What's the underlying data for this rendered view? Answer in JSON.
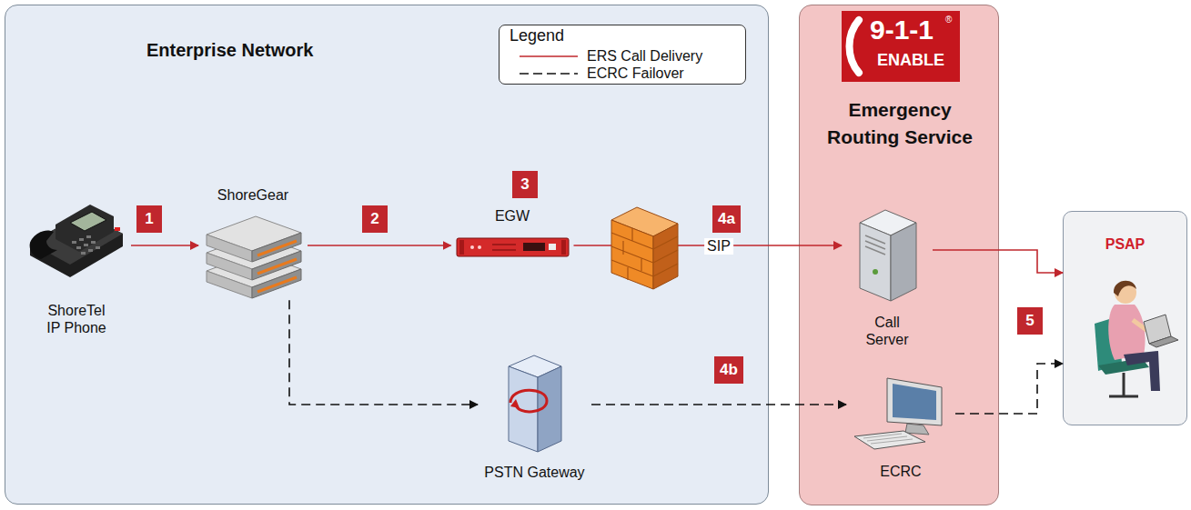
{
  "diagram": {
    "nodes": [
      {
        "text": [
          "Enterprise Network"
        ]
      },
      {
        "text": [
          "ShoreTel IP Phone"
        ],
        "in": 0
      },
      {
        "text": [
          "ShoreGear"
        ],
        "in": 0
      },
      {
        "text": [
          "EGW"
        ],
        "in": 0
      },
      {
        "text": [
          "PSTN Gateway"
        ],
        "in": 0
      },
      {
        "text": [
          "Emergency Routing Service"
        ]
      },
      {
        "text": [
          "Call Server"
        ],
        "in": 5
      },
      {
        "text": [
          "ECRC"
        ],
        "in": 5
      },
      {
        "text": [
          "PSAP"
        ]
      }
    ],
    "edges": [
      {
        "from": 1,
        "to": 2,
        "arrow": "to"
      },
      {
        "from": 2,
        "to": 3,
        "arrow": "to"
      },
      {
        "from": 3,
        "to": 6,
        "arrow": "to",
        "label": "SIP"
      },
      {
        "from": 6,
        "to": 8,
        "arrow": "to"
      },
      {
        "from": 2,
        "to": 4,
        "arrow": "to"
      },
      {
        "from": 4,
        "to": 7,
        "arrow": "to"
      },
      {
        "from": 7,
        "to": 8,
        "arrow": "to"
      }
    ],
    "labels": [
      "Legend",
      "1",
      "2",
      "3",
      "4a",
      "4b",
      "5",
      "9-1-1",
      "®",
      "ENABLE"
    ],
    "legend": [
      {
        "text": "ERS Call Delivery"
      },
      {
        "text": "ECRC Failover"
      }
    ]
  }
}
